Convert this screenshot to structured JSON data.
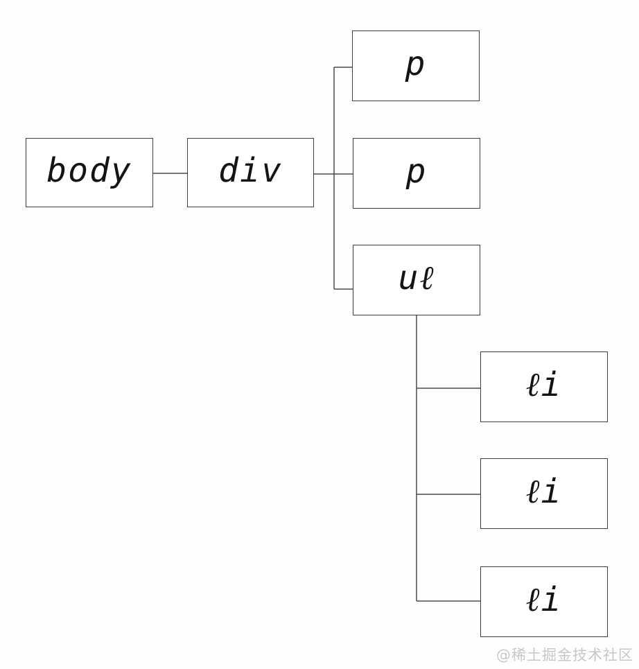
{
  "diagram": {
    "type": "dom-tree",
    "nodes": [
      {
        "id": "body",
        "label": "body",
        "display": "body"
      },
      {
        "id": "div",
        "label": "div",
        "display": "div"
      },
      {
        "id": "p1",
        "label": "p",
        "display": "p"
      },
      {
        "id": "p2",
        "label": "p",
        "display": "p"
      },
      {
        "id": "ul",
        "label": "ul",
        "display": "uℓ"
      },
      {
        "id": "li1",
        "label": "li",
        "display": "ℓi"
      },
      {
        "id": "li2",
        "label": "li",
        "display": "ℓi"
      },
      {
        "id": "li3",
        "label": "li",
        "display": "ℓi"
      }
    ],
    "edges": [
      {
        "from": "body",
        "to": "div"
      },
      {
        "from": "div",
        "to": "p1"
      },
      {
        "from": "div",
        "to": "p2"
      },
      {
        "from": "div",
        "to": "ul"
      },
      {
        "from": "ul",
        "to": "li1"
      },
      {
        "from": "ul",
        "to": "li2"
      },
      {
        "from": "ul",
        "to": "li3"
      }
    ]
  },
  "watermark": {
    "text": "@稀土掘金技术社区",
    "color": "#c7c7c7"
  },
  "colors": {
    "background": "#ffffff",
    "box_border": "#3d3d3d",
    "edge_line": "#4a4a4a",
    "text": "#141414"
  }
}
